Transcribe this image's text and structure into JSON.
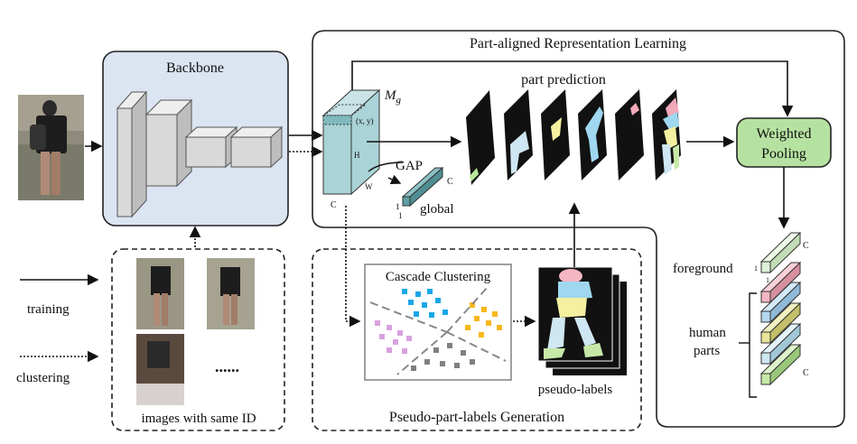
{
  "backbone": {
    "title": "Backbone"
  },
  "part_aligned": {
    "title": "Part-aligned Representation Learning"
  },
  "feature_map": {
    "label_M": "M",
    "label_sub": "g",
    "coord": "(x, y)",
    "H": "H",
    "W": "W",
    "C": "C"
  },
  "part_prediction": {
    "title": "part prediction"
  },
  "gap": {
    "label": "GAP",
    "C": "C",
    "one_a": "1",
    "one_b": "1",
    "global": "global"
  },
  "weighted_pooling": {
    "line1": "Weighted",
    "line2": "Pooling"
  },
  "outputs": {
    "foreground": "foreground",
    "human": "human",
    "parts": "parts",
    "C_top": "C",
    "C_bottom": "C",
    "one_a": "1",
    "one_b": "1"
  },
  "legend": {
    "training": "training",
    "clustering": "clustering"
  },
  "images_box": {
    "label": "images with same ID",
    "dots": "......"
  },
  "pseudo_gen": {
    "title": "Pseudo-part-labels Generation",
    "cascade": "Cascade Clustering",
    "pseudo_labels": "pseudo-labels"
  },
  "colors": {
    "backbone_bg": "#dbe4f1",
    "weighted_bg": "#b6e2a1",
    "cube_face": "#d9d9d9",
    "feature_teal": "#a9d3d6",
    "global_teal": "#5f9ea3",
    "foreground_bar": "#dff0d8",
    "part_pink": "#f4b6c2",
    "part_blue": "#b6d7f0",
    "part_yellow": "#e8e59a",
    "part_lightblue": "#cfe7f2",
    "part_green": "#c7e9a8"
  }
}
